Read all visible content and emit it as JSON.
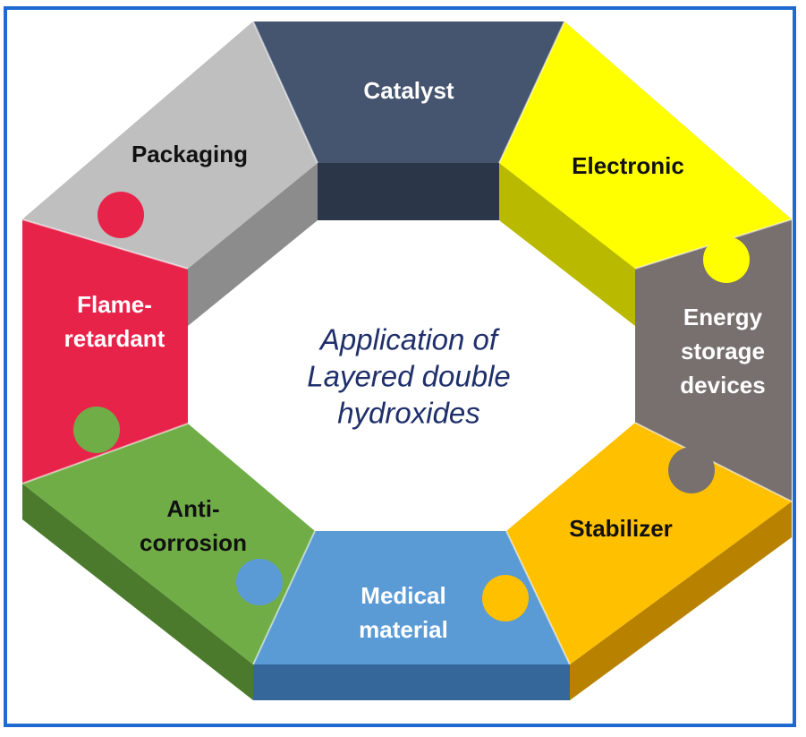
{
  "center_text": "Application of\nLayered double\nhydroxides",
  "segments": [
    {
      "label": "Catalyst",
      "top": "#46556f",
      "side": "#2b3649",
      "text": "#ffffff"
    },
    {
      "label": "Electronic",
      "top": "#ffff00",
      "side": "#b9b900",
      "text": "#111111"
    },
    {
      "label": "Energy\nstorage\ndevices",
      "top": "#77706e",
      "side": "#4f4947",
      "text": "#ffffff"
    },
    {
      "label": "Stabilizer",
      "top": "#ffc000",
      "side": "#b88200",
      "text": "#111111"
    },
    {
      "label": "Medical\nmaterial",
      "top": "#5b9bd5",
      "side": "#35679b",
      "text": "#ffffff"
    },
    {
      "label": "Anti-\ncorrosion",
      "top": "#70ad47",
      "side": "#4b7a2c",
      "text": "#111111"
    },
    {
      "label": "Flame-\nretardant",
      "top": "#e8234a",
      "side": "#a81632",
      "text": "#ffffff"
    },
    {
      "label": "Packaging",
      "top": "#bfbfbf",
      "side": "#8c8c8c",
      "text": "#111111"
    }
  ],
  "frame_color": "#1f6ad1"
}
